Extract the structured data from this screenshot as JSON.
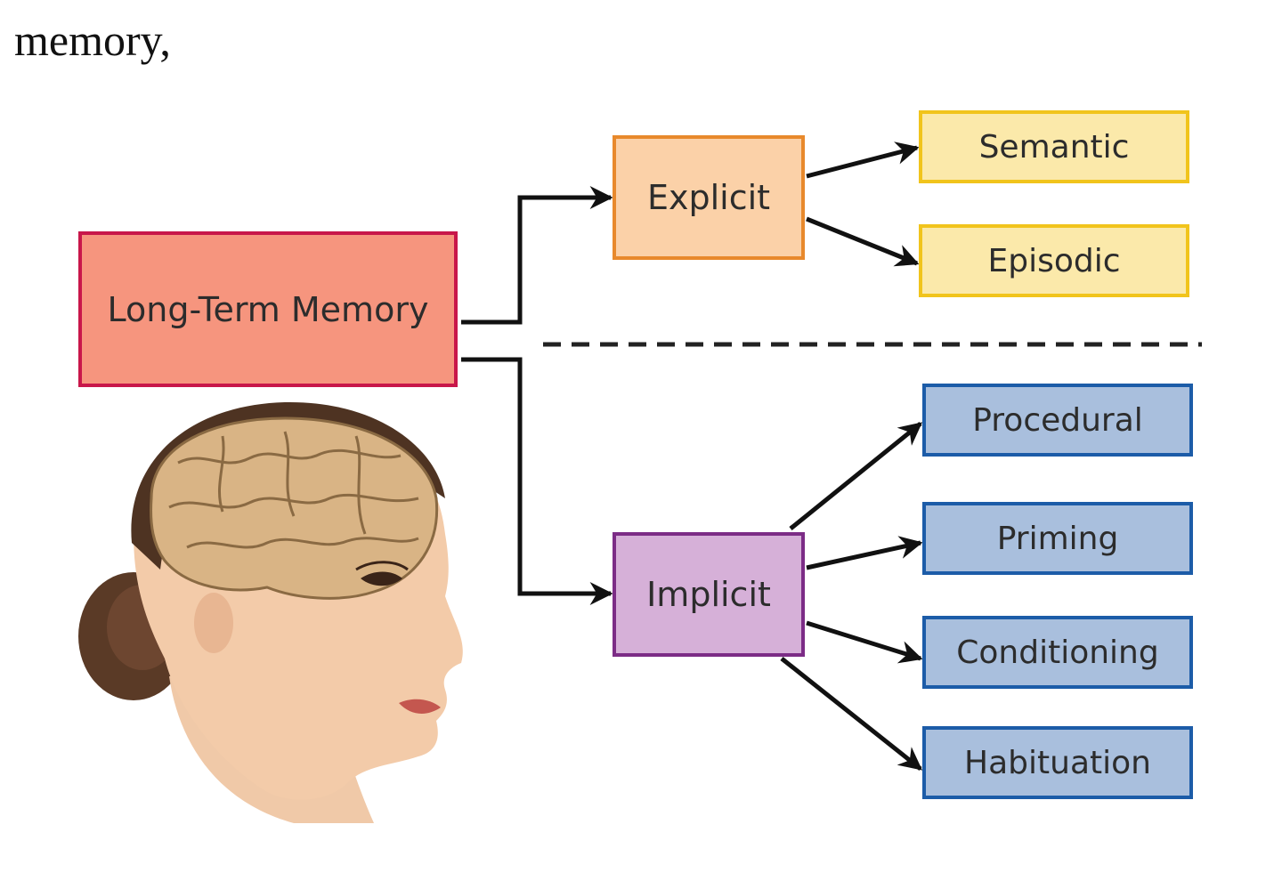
{
  "text_above": {
    "line2": "memory,"
  },
  "diagram": {
    "root": {
      "label": "Long-Term Memory",
      "color": "#f6957e",
      "border": "#c8174a"
    },
    "branches": [
      {
        "label": "Explicit",
        "color": "#fbd1a8",
        "border": "#e8892c",
        "children": [
          "Semantic",
          "Episodic"
        ],
        "child_color": "#fbe9aa",
        "child_border": "#f1c41c"
      },
      {
        "label": "Implicit",
        "color": "#d6b0d8",
        "border": "#7c2c86",
        "children": [
          "Procedural",
          "Priming",
          "Conditioning",
          "Habituation"
        ],
        "child_color": "#a9bfdd",
        "child_border": "#1c5ca8"
      }
    ],
    "divider": "dashed",
    "illustration": "head-with-brain"
  }
}
